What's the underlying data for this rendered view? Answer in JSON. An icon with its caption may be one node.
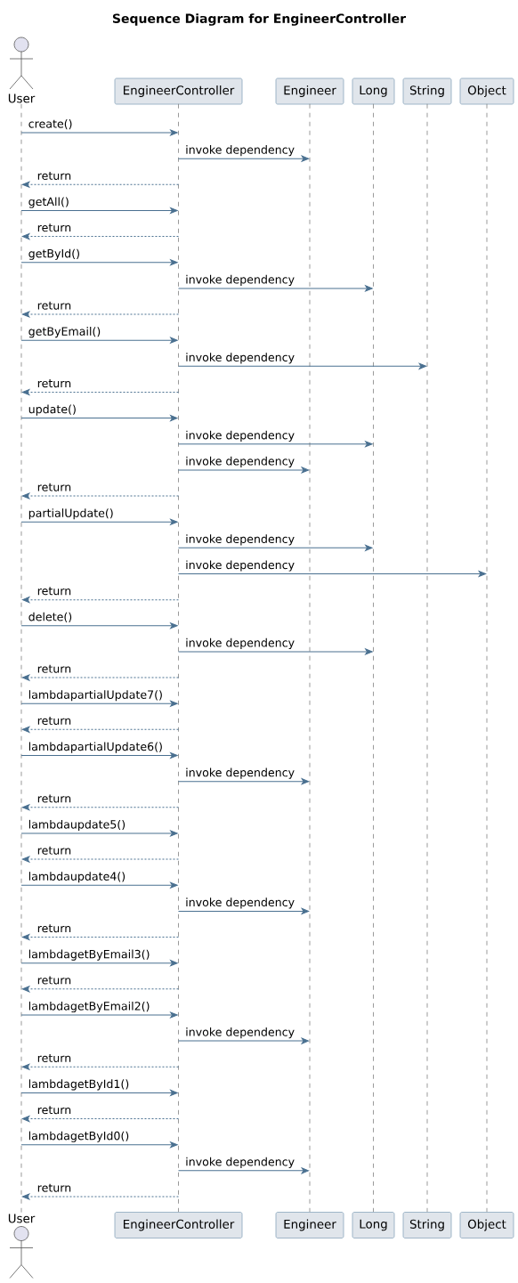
{
  "diagram": {
    "title": "Sequence Diagram for EngineerController",
    "nodes": [
      {
        "text": [
          "User"
        ]
      },
      {
        "text": [
          "EngineerController"
        ]
      },
      {
        "text": [
          "Engineer"
        ]
      },
      {
        "text": [
          "Long"
        ]
      },
      {
        "text": [
          "String"
        ]
      },
      {
        "text": [
          "Object"
        ]
      },
      {
        "text": [],
        "shape": "line"
      },
      {
        "text": [],
        "shape": "line"
      },
      {
        "text": [],
        "shape": "line"
      },
      {
        "text": [],
        "shape": "line"
      },
      {
        "text": [],
        "shape": "line"
      },
      {
        "text": [],
        "shape": "line"
      },
      {
        "text": [
          "User"
        ]
      },
      {
        "text": [
          "EngineerController"
        ]
      },
      {
        "text": [
          "Engineer"
        ]
      },
      {
        "text": [
          "Long"
        ]
      },
      {
        "text": [
          "String"
        ]
      },
      {
        "text": [
          "Object"
        ]
      }
    ],
    "edges": [
      {
        "from": 6,
        "to": 7,
        "arrow": "to",
        "label": "create()"
      },
      {
        "from": 7,
        "to": 8,
        "arrow": "to",
        "label": "invoke dependency"
      },
      {
        "from": 7,
        "to": 6,
        "arrow": "to",
        "label": "return",
        "style": "dashed"
      },
      {
        "from": 6,
        "to": 7,
        "arrow": "to",
        "label": "getAll()"
      },
      {
        "from": 7,
        "to": 6,
        "arrow": "to",
        "label": "return",
        "style": "dashed"
      },
      {
        "from": 6,
        "to": 7,
        "arrow": "to",
        "label": "getById()"
      },
      {
        "from": 7,
        "to": 9,
        "arrow": "to",
        "label": "invoke dependency"
      },
      {
        "from": 7,
        "to": 6,
        "arrow": "to",
        "label": "return",
        "style": "dashed"
      },
      {
        "from": 6,
        "to": 7,
        "arrow": "to",
        "label": "getByEmail()"
      },
      {
        "from": 7,
        "to": 10,
        "arrow": "to",
        "label": "invoke dependency"
      },
      {
        "from": 7,
        "to": 6,
        "arrow": "to",
        "label": "return",
        "style": "dashed"
      },
      {
        "from": 6,
        "to": 7,
        "arrow": "to",
        "label": "update()"
      },
      {
        "from": 7,
        "to": 9,
        "arrow": "to",
        "label": "invoke dependency"
      },
      {
        "from": 7,
        "to": 8,
        "arrow": "to",
        "label": "invoke dependency"
      },
      {
        "from": 7,
        "to": 6,
        "arrow": "to",
        "label": "return",
        "style": "dashed"
      },
      {
        "from": 6,
        "to": 7,
        "arrow": "to",
        "label": "partialUpdate()"
      },
      {
        "from": 7,
        "to": 9,
        "arrow": "to",
        "label": "invoke dependency"
      },
      {
        "from": 7,
        "to": 11,
        "arrow": "to",
        "label": "invoke dependency"
      },
      {
        "from": 7,
        "to": 6,
        "arrow": "to",
        "label": "return",
        "style": "dashed"
      },
      {
        "from": 6,
        "to": 7,
        "arrow": "to",
        "label": "delete()"
      },
      {
        "from": 7,
        "to": 9,
        "arrow": "to",
        "label": "invoke dependency"
      },
      {
        "from": 7,
        "to": 6,
        "arrow": "to",
        "label": "return",
        "style": "dashed"
      },
      {
        "from": 6,
        "to": 7,
        "arrow": "to",
        "label": "lambdapartialUpdate7()"
      },
      {
        "from": 7,
        "to": 6,
        "arrow": "to",
        "label": "return",
        "style": "dashed"
      },
      {
        "from": 6,
        "to": 7,
        "arrow": "to",
        "label": "lambdapartialUpdate6()"
      },
      {
        "from": 7,
        "to": 8,
        "arrow": "to",
        "label": "invoke dependency"
      },
      {
        "from": 7,
        "to": 6,
        "arrow": "to",
        "label": "return",
        "style": "dashed"
      },
      {
        "from": 6,
        "to": 7,
        "arrow": "to",
        "label": "lambdaupdate5()"
      },
      {
        "from": 7,
        "to": 6,
        "arrow": "to",
        "label": "return",
        "style": "dashed"
      },
      {
        "from": 6,
        "to": 7,
        "arrow": "to",
        "label": "lambdaupdate4()"
      },
      {
        "from": 7,
        "to": 8,
        "arrow": "to",
        "label": "invoke dependency"
      },
      {
        "from": 7,
        "to": 6,
        "arrow": "to",
        "label": "return",
        "style": "dashed"
      },
      {
        "from": 6,
        "to": 7,
        "arrow": "to",
        "label": "lambdagetByEmail3()"
      },
      {
        "from": 7,
        "to": 6,
        "arrow": "to",
        "label": "return",
        "style": "dashed"
      },
      {
        "from": 6,
        "to": 7,
        "arrow": "to",
        "label": "lambdagetByEmail2()"
      },
      {
        "from": 7,
        "to": 8,
        "arrow": "to",
        "label": "invoke dependency"
      },
      {
        "from": 7,
        "to": 6,
        "arrow": "to",
        "label": "return",
        "style": "dashed"
      },
      {
        "from": 6,
        "to": 7,
        "arrow": "to",
        "label": "lambdagetById1()"
      },
      {
        "from": 7,
        "to": 6,
        "arrow": "to",
        "label": "return",
        "style": "dashed"
      },
      {
        "from": 6,
        "to": 7,
        "arrow": "to",
        "label": "lambdagetById0()"
      },
      {
        "from": 7,
        "to": 8,
        "arrow": "to",
        "label": "invoke dependency"
      },
      {
        "from": 7,
        "to": 6,
        "arrow": "to",
        "label": "return",
        "style": "dashed"
      }
    ]
  }
}
